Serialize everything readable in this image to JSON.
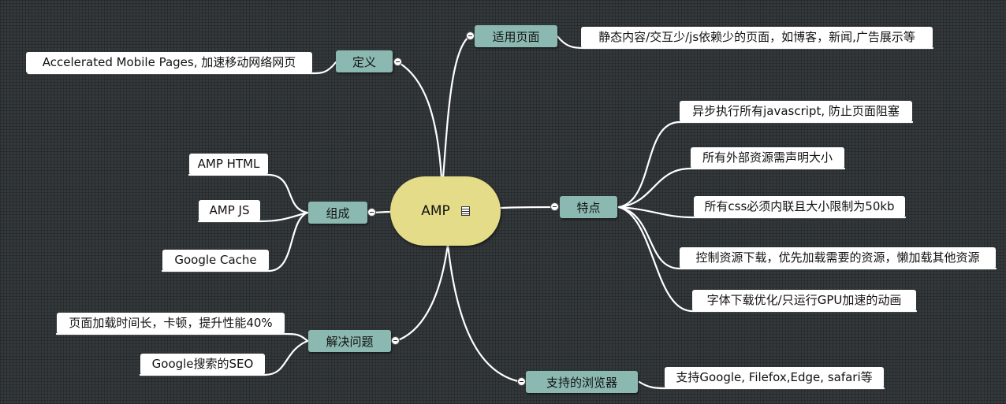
{
  "central": {
    "label": "AMP",
    "note_icon": "note-icon"
  },
  "topics": {
    "scope": {
      "label": "适用页面",
      "leaves": [
        "静态内容/交互少/js依赖少的页面，如博客，新闻,广告展示等"
      ]
    },
    "definition": {
      "label": "定义",
      "leaves": [
        "Accelerated Mobile Pages, 加速移动网络网页"
      ]
    },
    "features": {
      "label": "特点",
      "leaves": [
        "异步执行所有javascript, 防止页面阻塞",
        "所有外部资源需声明大小",
        "所有css必须内联且大小限制为50kb",
        "控制资源下载，优先加载需要的资源，懒加载其他资源",
        "字体下载优化/只运行GPU加速的动画"
      ]
    },
    "composition": {
      "label": "组成",
      "leaves": [
        "AMP HTML",
        "AMP JS",
        "Google Cache"
      ]
    },
    "problems": {
      "label": "解决问题",
      "leaves": [
        "页面加载时间长，卡顿，提升性能40%",
        "Google搜索的SEO"
      ]
    },
    "browsers": {
      "label": "支持的浏览器",
      "leaves": [
        "支持Google, Filefox,Edge, safari等"
      ]
    }
  },
  "colors": {
    "background": "#33383b",
    "central": "#e4dc88",
    "topic": "#8bb9b1",
    "leaf": "#ffffff",
    "line": "#ffffff"
  }
}
